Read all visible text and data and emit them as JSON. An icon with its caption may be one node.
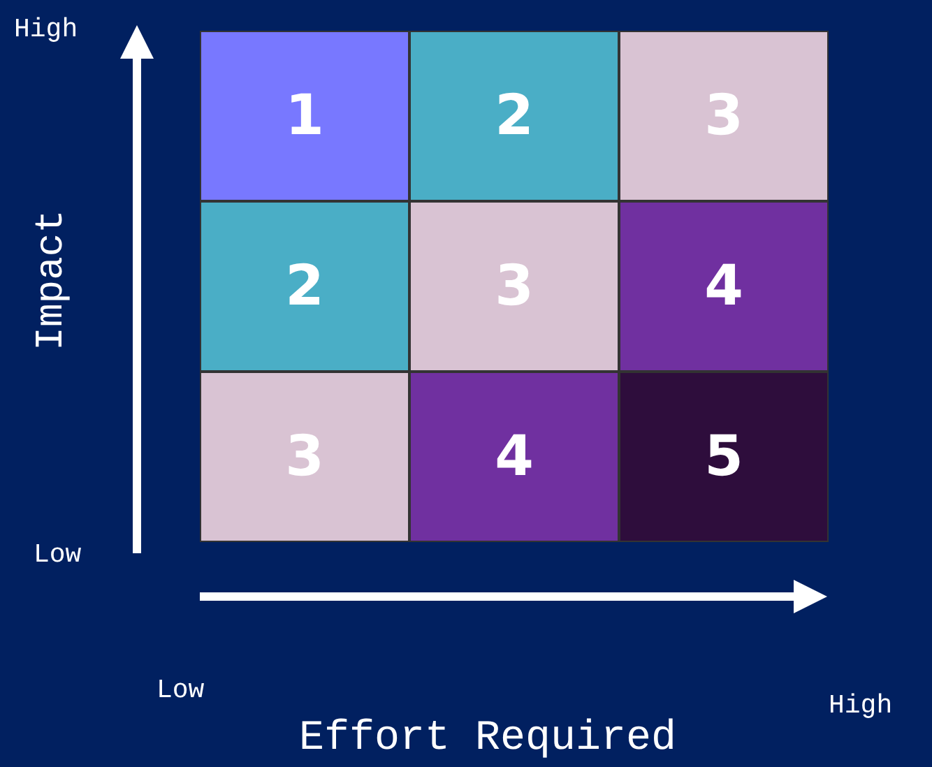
{
  "diagram": {
    "nodes": [
      {
        "text": [
          "1"
        ]
      },
      {
        "text": [
          "2"
        ]
      },
      {
        "text": [
          "3"
        ]
      },
      {
        "text": [
          "2"
        ]
      },
      {
        "text": [
          "3"
        ]
      },
      {
        "text": [
          "4"
        ]
      },
      {
        "text": [
          "3"
        ]
      },
      {
        "text": [
          "4"
        ]
      },
      {
        "text": [
          "5"
        ]
      }
    ],
    "labels": [
      "High",
      "Impact",
      "Low",
      "Low",
      "High",
      "Effort Required"
    ]
  }
}
